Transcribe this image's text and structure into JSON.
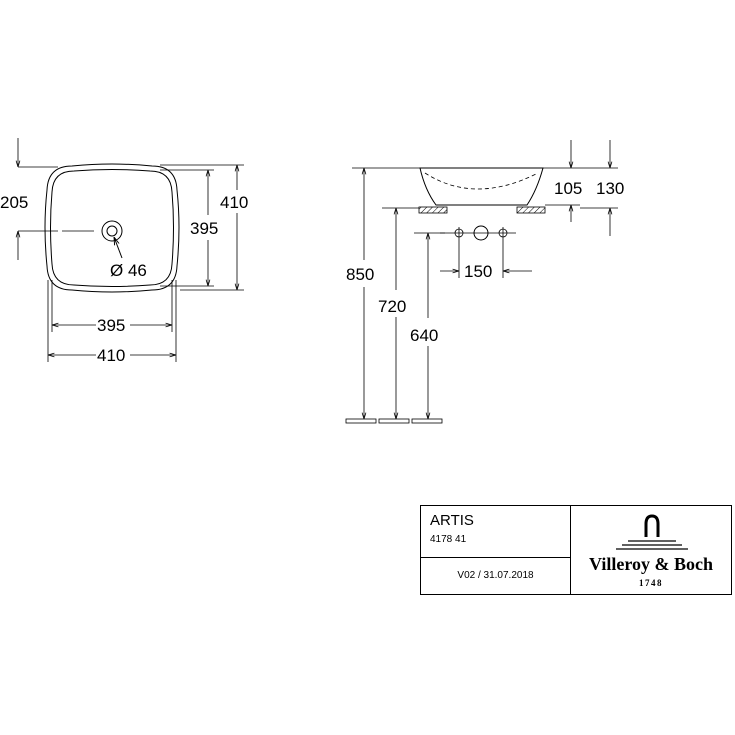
{
  "dimensions": {
    "top_view": {
      "offset": "205",
      "outer_depth": "410",
      "inner_depth": "395",
      "inner_width": "395",
      "outer_width": "410",
      "drain_diameter": "Ø 46"
    },
    "side_view": {
      "inner_height": "105",
      "outer_height": "130",
      "tap_spacing": "150",
      "height_850": "850",
      "height_720": "720",
      "height_640": "640"
    }
  },
  "title_block": {
    "product_name": "ARTIS",
    "article_number": "4178 41",
    "version": "V02 / 31.07.2018",
    "brand": "Villeroy & Boch",
    "year": "1748"
  }
}
